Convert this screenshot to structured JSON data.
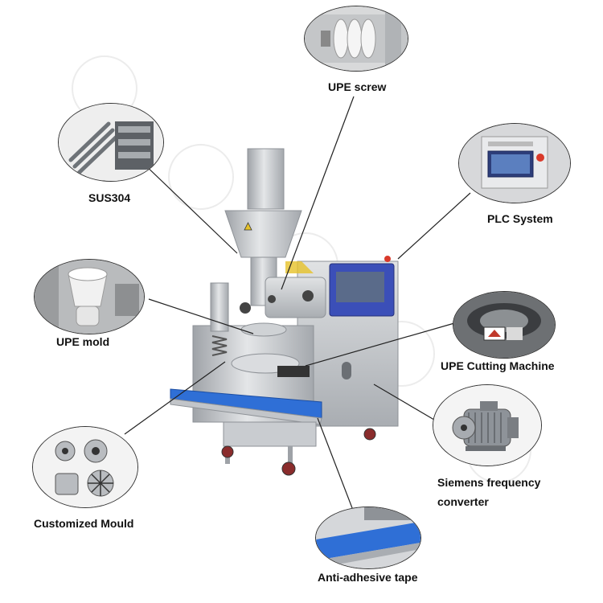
{
  "labels": {
    "upe_screw": "UPE screw",
    "sus304": "SUS304",
    "plc_system": "PLC System",
    "upe_mold": "UPE mold",
    "upe_cutting_machine": "UPE Cutting Machine",
    "siemens_line1": "Siemens frequency",
    "siemens_line2": "converter",
    "customized_mould": "Customized Mould",
    "anti_adhesive_tape": "Anti-adhesive tape"
  },
  "colors": {
    "steel": "#c9ccd0",
    "steel_dark": "#8e9297",
    "belt": "#2f6fd6",
    "screen_frame": "#3b4fb8",
    "screen": "#5a6b8a",
    "label_text": "#111111",
    "line": "#222222"
  },
  "icons": [
    "upe-screw-photo",
    "steel-tubes-photo",
    "plc-panel-photo",
    "upe-mold-photo",
    "cutting-machine-photo",
    "siemens-motor-photo",
    "custom-mould-photo",
    "conveyor-belt-photo",
    "encrusting-machine-illustration"
  ]
}
